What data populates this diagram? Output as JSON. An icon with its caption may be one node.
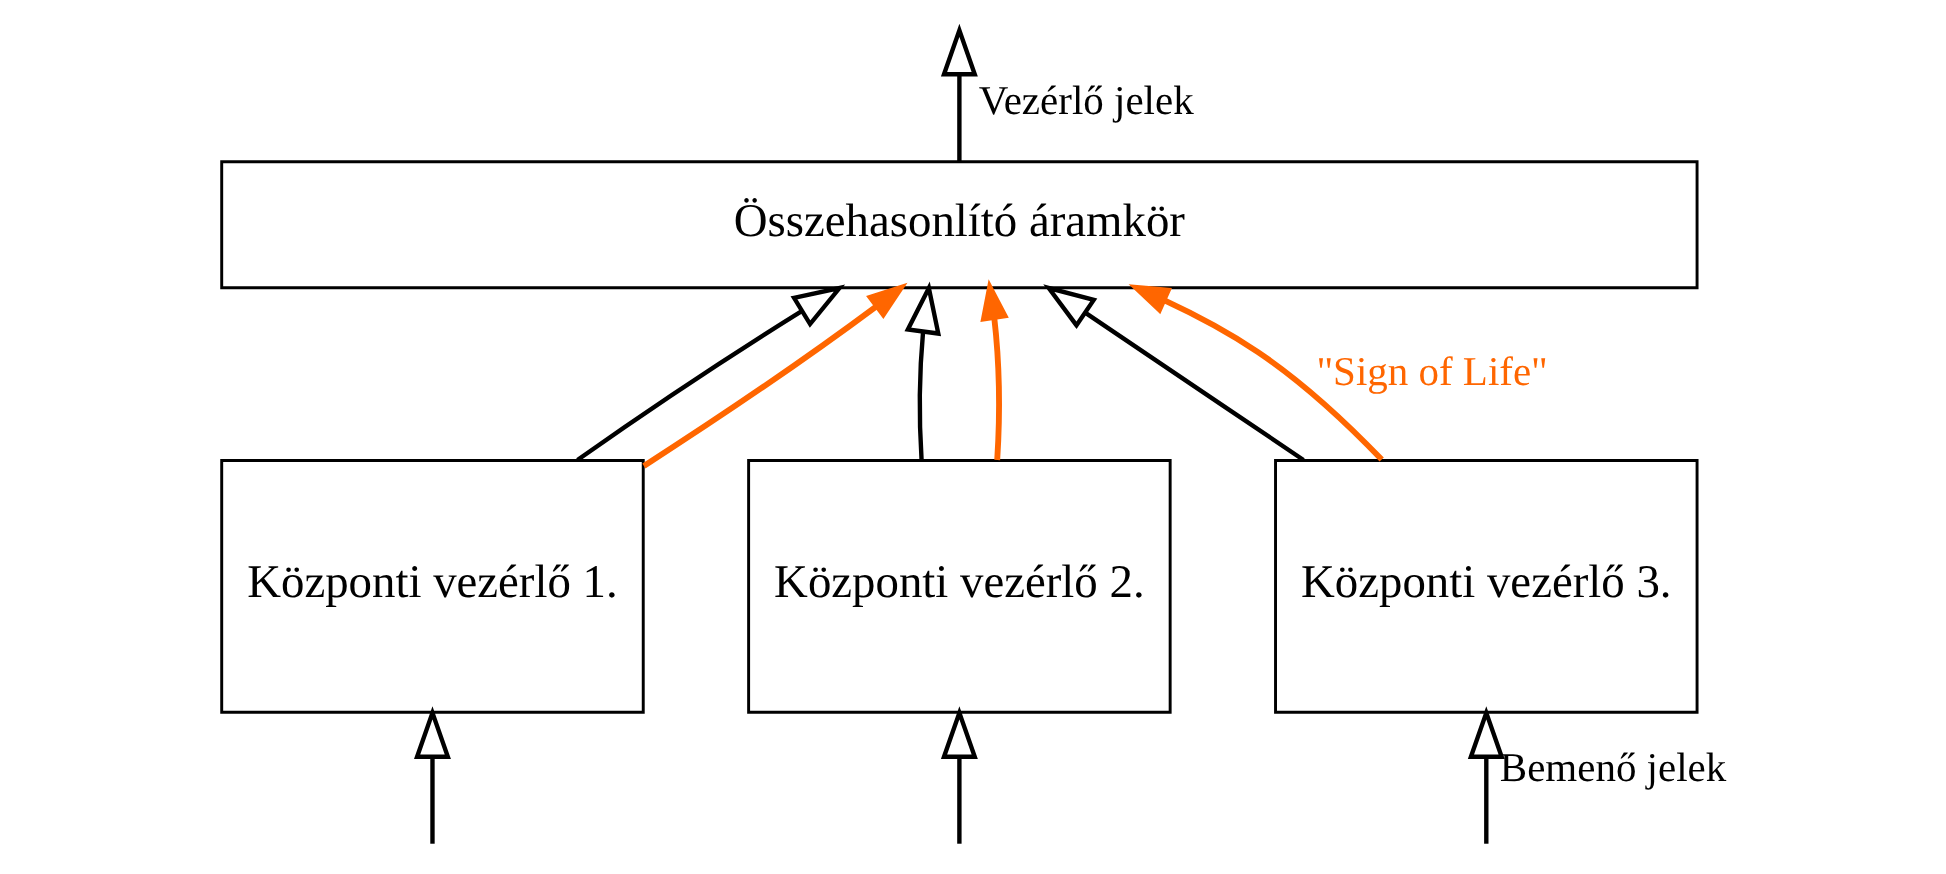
{
  "diagram": {
    "nodes": [
      {
        "text": [
          "Összehasonlító áramkör"
        ]
      },
      {
        "text": [
          "Központi vezérlő 1."
        ]
      },
      {
        "text": [
          "Központi vezérlő 2."
        ]
      },
      {
        "text": [
          "Központi vezérlő 3."
        ]
      }
    ],
    "edges": [
      {
        "from": 0,
        "to": null,
        "arrow": "to",
        "label": "Vezérlő jelek"
      },
      {
        "from": 1,
        "to": 0,
        "arrow": "to"
      },
      {
        "from": 2,
        "to": 0,
        "arrow": "to"
      },
      {
        "from": 3,
        "to": 0,
        "arrow": "to"
      },
      {
        "from": 1,
        "to": 0,
        "arrow": "to",
        "color": "#ff6600"
      },
      {
        "from": 2,
        "to": 0,
        "arrow": "to",
        "color": "#ff6600"
      },
      {
        "from": 3,
        "to": 0,
        "arrow": "to",
        "color": "#ff6600",
        "label": "\"Sign of Life\""
      },
      {
        "from": null,
        "to": 1,
        "arrow": "to"
      },
      {
        "from": null,
        "to": 2,
        "arrow": "to"
      },
      {
        "from": null,
        "to": 3,
        "arrow": "to",
        "label": "Bemenő jelek"
      }
    ]
  }
}
